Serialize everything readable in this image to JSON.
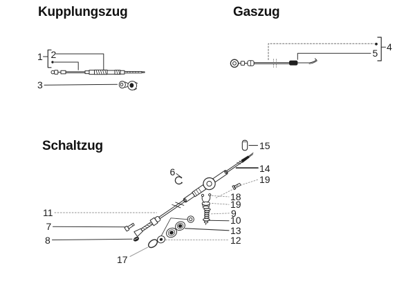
{
  "sections": {
    "kupplungszug": {
      "title": "Kupplungszug",
      "labels": {
        "n1": "1",
        "n2": "2",
        "n3": "3"
      }
    },
    "gaszug": {
      "title": "Gaszug",
      "labels": {
        "n4": "4",
        "n5": "5"
      }
    },
    "schaltzug": {
      "title": "Schaltzug",
      "labels": {
        "n6": "6",
        "n7": "7",
        "n8": "8",
        "n9": "9",
        "n10": "10",
        "n11": "11",
        "n12": "12",
        "n13": "13",
        "n14": "14",
        "n15": "15",
        "n17": "17",
        "n18": "18",
        "n19_upper": "19",
        "n19_lower": "19"
      }
    }
  },
  "colors": {
    "ink": "#2b2b2b",
    "leader_dotted": "#8f8f8f",
    "background": "#ffffff"
  }
}
